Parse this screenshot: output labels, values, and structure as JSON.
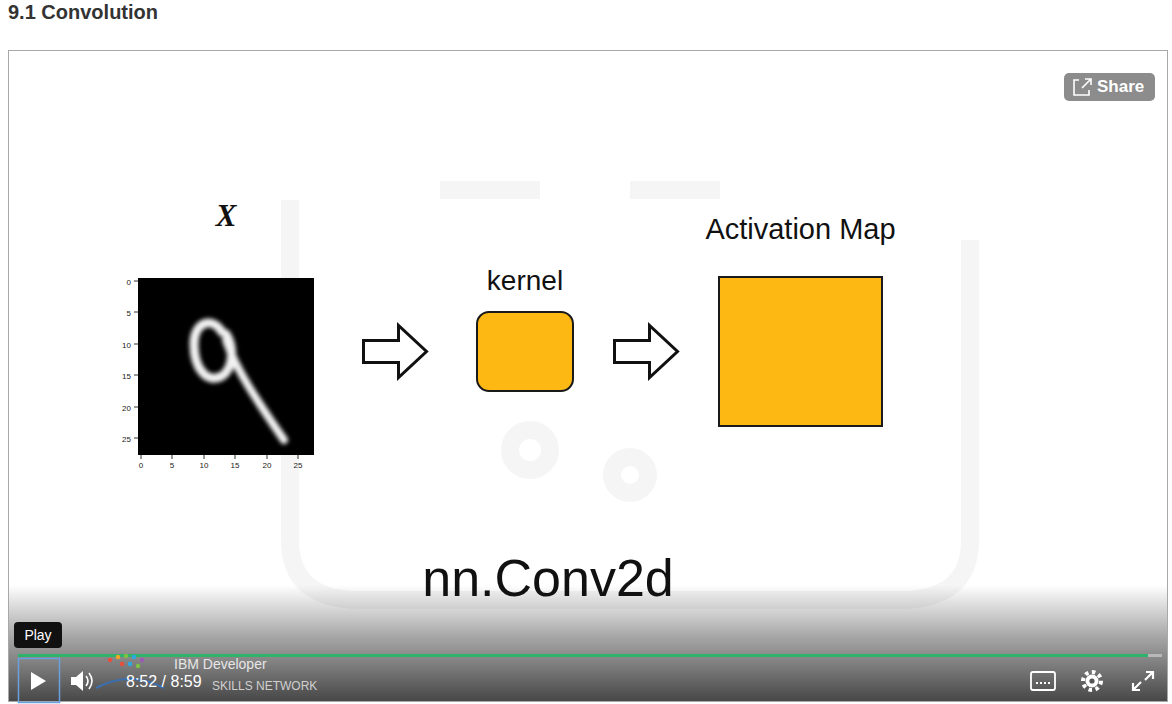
{
  "diagram": {
    "title": "9.1 Convolution",
    "nodes": [
      {
        "text": [
          "X"
        ]
      },
      {
        "text": [
          "kernel"
        ]
      },
      {
        "text": [
          "Activation Map"
        ]
      }
    ],
    "edges": [
      {
        "from": 0,
        "to": 1,
        "arrow": "to"
      },
      {
        "from": 1,
        "to": 2,
        "arrow": "to"
      }
    ],
    "labels": [
      "0",
      "5",
      "10",
      "15",
      "20",
      "25",
      "0",
      "5",
      "10",
      "15",
      "20",
      "25",
      "nn.Conv2d",
      "Share",
      "Play",
      "IBM Developer",
      "SKILLS NETWORK",
      "8:52 / 8:59"
    ]
  }
}
